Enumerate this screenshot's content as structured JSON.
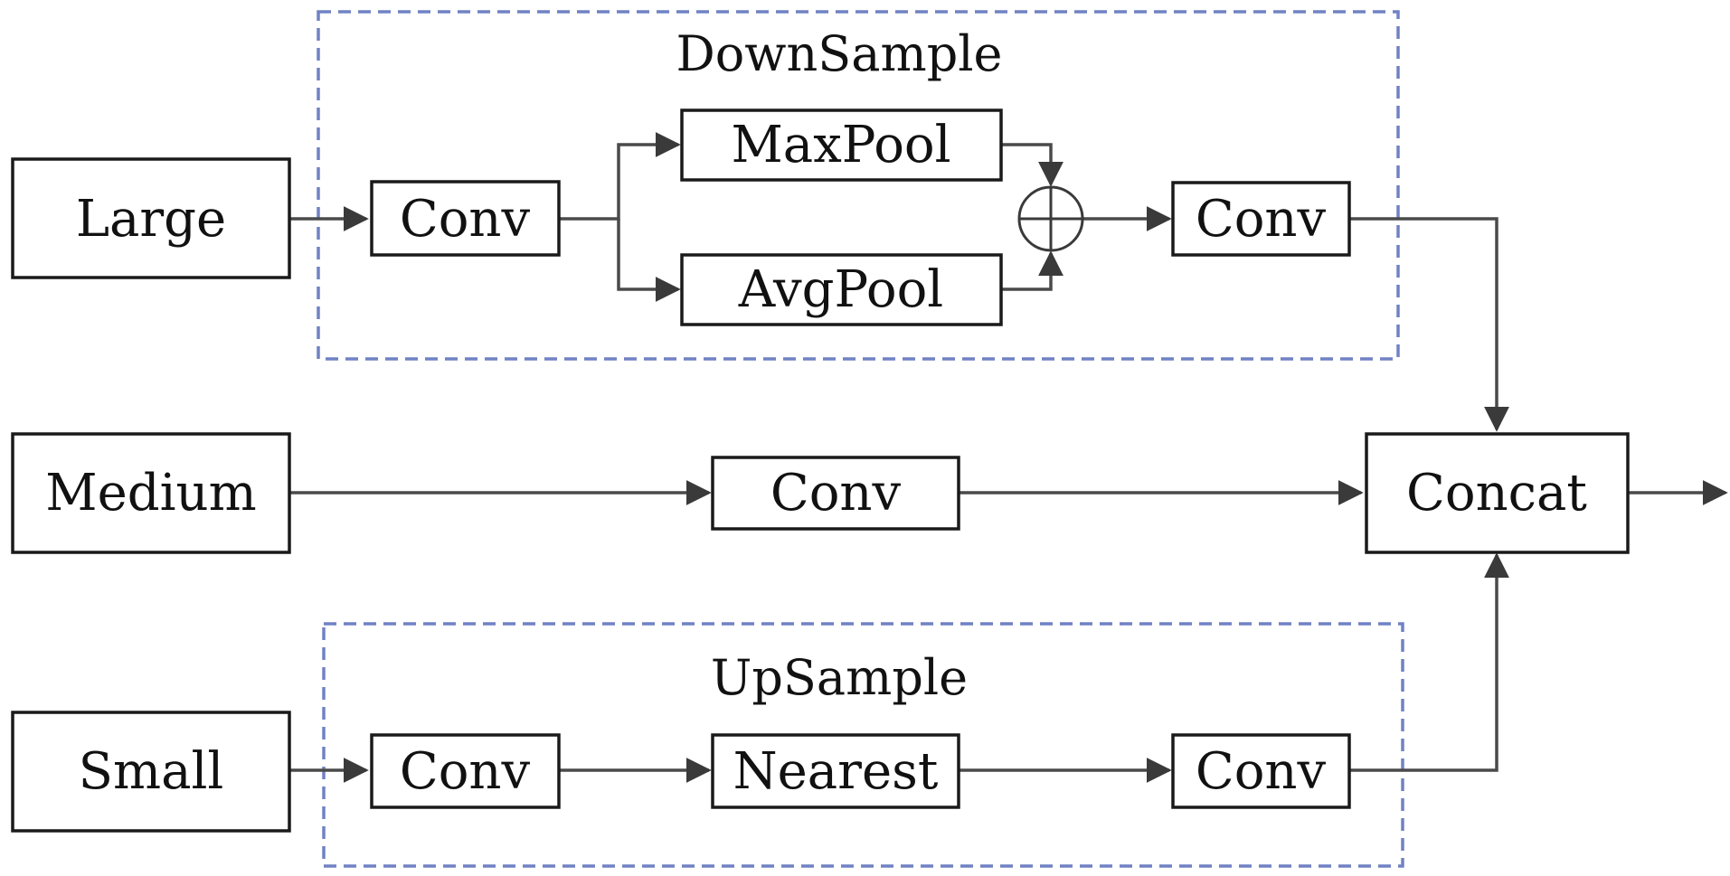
{
  "groups": {
    "downsample": "DownSample",
    "upsample": "UpSample"
  },
  "inputs": {
    "large": "Large",
    "medium": "Medium",
    "small": "Small"
  },
  "downsample_nodes": {
    "conv_in": "Conv",
    "maxpool": "MaxPool",
    "avgpool": "AvgPool",
    "conv_out": "Conv"
  },
  "medium_nodes": {
    "conv": "Conv"
  },
  "upsample_nodes": {
    "conv_in": "Conv",
    "nearest": "Nearest",
    "conv_out": "Conv"
  },
  "output": {
    "concat": "Concat"
  },
  "colors": {
    "group_border": "#7082c4",
    "box_border": "#1a1a1a",
    "connector": "#4a4a4a"
  }
}
